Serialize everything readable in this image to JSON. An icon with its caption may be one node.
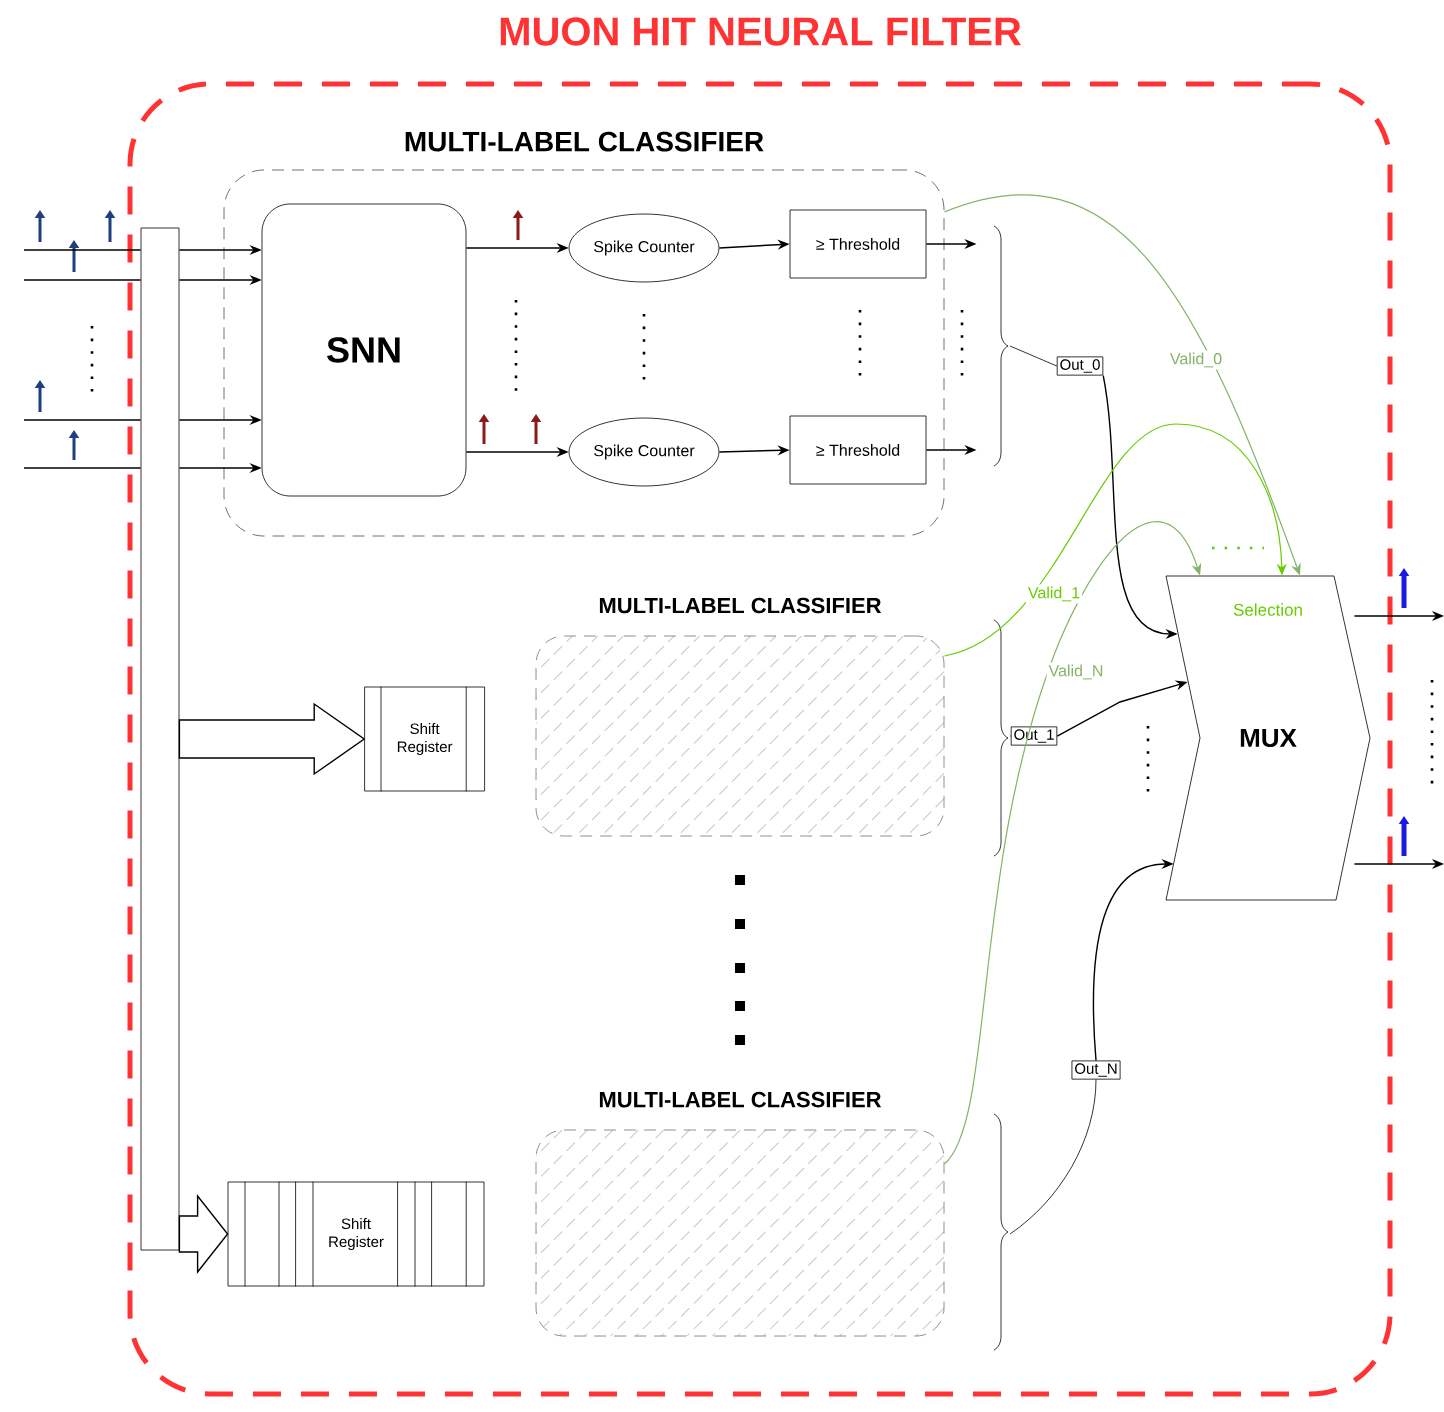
{
  "diagram": {
    "nodes": [
      {
        "text": [
          "MUON HIT NEURAL FILTER"
        ]
      },
      {
        "text": [],
        "shape": "bar",
        "in": 0
      },
      {
        "text": [
          "MULTI-LABEL CLASSIFIER"
        ],
        "in": 0
      },
      {
        "text": [
          "SNN"
        ],
        "in": 2
      },
      {
        "text": [
          "Spike Counter"
        ],
        "in": 2
      },
      {
        "text": [
          "Spike Counter"
        ],
        "in": 2
      },
      {
        "text": [
          "≥ Threshold"
        ],
        "in": 2
      },
      {
        "text": [
          "≥ Threshold"
        ],
        "in": 2
      },
      {
        "text": [
          "MULTI-LABEL CLASSIFIER"
        ],
        "in": 0
      },
      {
        "text": [
          "Shift Register"
        ],
        "in": 0
      },
      {
        "text": [
          "MULTI-LABEL CLASSIFIER"
        ],
        "in": 0
      },
      {
        "text": [
          "Shift Register"
        ],
        "in": 0
      },
      {
        "text": [
          "Out_0"
        ],
        "in": 0
      },
      {
        "text": [
          "Out_1"
        ],
        "in": 0
      },
      {
        "text": [
          "Out_N"
        ],
        "in": 0
      },
      {
        "text": [
          "Selection",
          "MUX"
        ],
        "in": 0
      }
    ],
    "edges": [
      {
        "from": null,
        "to": 1,
        "arrow": "none"
      },
      {
        "from": null,
        "to": 1,
        "arrow": "none"
      },
      {
        "from": null,
        "to": 1,
        "arrow": "none"
      },
      {
        "from": null,
        "to": 1,
        "arrow": "none"
      },
      {
        "from": 1,
        "to": 3,
        "arrow": "to"
      },
      {
        "from": 1,
        "to": 3,
        "arrow": "to"
      },
      {
        "from": 1,
        "to": 3,
        "arrow": "to"
      },
      {
        "from": 1,
        "to": 3,
        "arrow": "to"
      },
      {
        "from": 3,
        "to": 4,
        "arrow": "to"
      },
      {
        "from": 3,
        "to": 5,
        "arrow": "to"
      },
      {
        "from": 4,
        "to": 6,
        "arrow": "to"
      },
      {
        "from": 5,
        "to": 7,
        "arrow": "to"
      },
      {
        "from": 6,
        "to": 12,
        "arrow": "to"
      },
      {
        "from": 7,
        "to": 12,
        "arrow": "to"
      },
      {
        "from": 1,
        "to": 9,
        "arrow": "to",
        "style": "thick"
      },
      {
        "from": 1,
        "to": 11,
        "arrow": "to",
        "style": "thick"
      },
      {
        "from": 12,
        "to": 15,
        "arrow": "to"
      },
      {
        "from": 13,
        "to": 15,
        "arrow": "to"
      },
      {
        "from": 14,
        "to": 15,
        "arrow": "to"
      },
      {
        "from": 2,
        "to": 15,
        "arrow": "to",
        "label": "Valid_0",
        "color": "#82b366"
      },
      {
        "from": 8,
        "to": 15,
        "arrow": "to",
        "label": "Valid_1",
        "color": "#66cc00"
      },
      {
        "from": 10,
        "to": 15,
        "arrow": "to",
        "label": "Valid_N",
        "color": "#82b366"
      },
      {
        "from": 15,
        "to": null,
        "arrow": "to"
      },
      {
        "from": 15,
        "to": null,
        "arrow": "to"
      }
    ]
  }
}
